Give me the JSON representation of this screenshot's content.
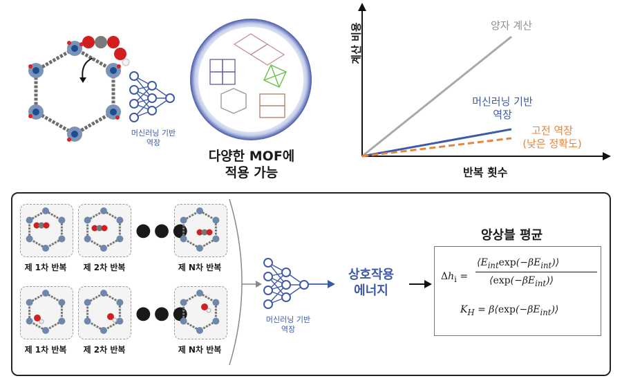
{
  "top": {
    "ml_label": [
      "머신러닝 기반",
      "역장"
    ],
    "mof_caption": [
      "다양한 MOF에",
      "적용 가능"
    ]
  },
  "chart_data": {
    "type": "line",
    "ylabel": "계산 비용",
    "xlabel": "반복 횟수",
    "xlim": [
      0,
      10
    ],
    "ylim": [
      0,
      10
    ],
    "series": [
      {
        "name": "양자 계산",
        "x": [
          0,
          10
        ],
        "y": [
          0,
          9.3
        ],
        "color": "#a9a9a9",
        "style": "solid"
      },
      {
        "name": "머신러닝 기반 역장",
        "x": [
          0,
          10
        ],
        "y": [
          0,
          2.1
        ],
        "color": "#3d59a8",
        "style": "solid"
      },
      {
        "name": "고전 역장 (낮은 정확도)",
        "x": [
          0,
          10
        ],
        "y": [
          0,
          1.4
        ],
        "color": "#e8843a",
        "style": "dashed"
      }
    ],
    "annotations": [
      "양자 계산",
      "머신러닝 기반",
      "역장",
      "고전 역장",
      "(낮은 정확도)"
    ]
  },
  "bottom": {
    "iterations_row1": [
      "제 1차 반복",
      "제 2차 반복",
      "제 N차 반복"
    ],
    "iterations_row2": [
      "제 1차 반복",
      "제 2차 반복",
      "제 N차 반복"
    ],
    "ml_label": [
      "머신러닝 기반",
      "역장"
    ],
    "energy_label": [
      "상호작용",
      "에너지"
    ],
    "ensemble_title": "앙상블 평균"
  },
  "colors": {
    "accent": "#3d59a8",
    "classical": "#e8843a",
    "quantum": "#a9a9a9"
  }
}
